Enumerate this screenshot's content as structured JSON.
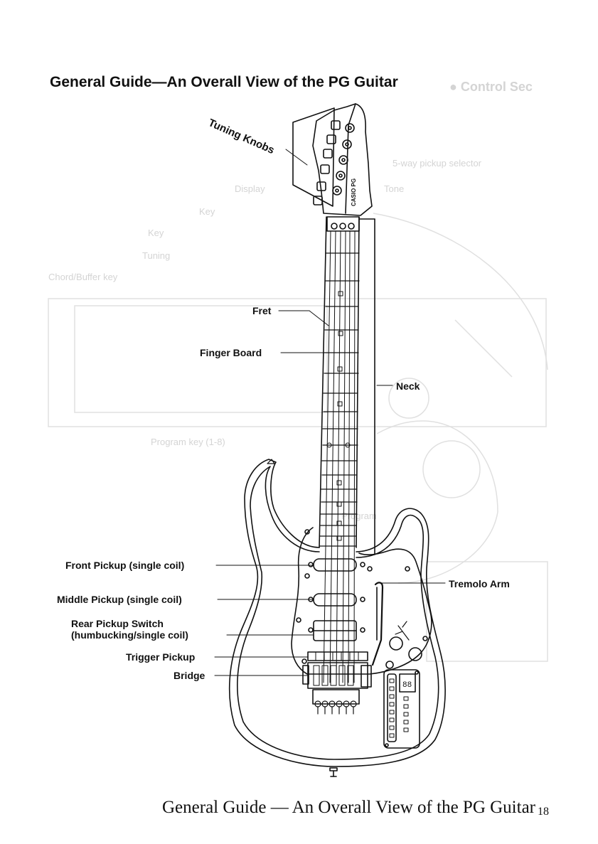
{
  "title": "General Guide—An Overall View of the PG Guitar",
  "labels": {
    "tuning_knobs": "Tuning Knobs",
    "fret": "Fret",
    "finger_board": "Finger Board",
    "neck": "Neck",
    "front_pickup": "Front Pickup (single coil)",
    "middle_pickup": "Middle Pickup (single coil)",
    "rear_pickup_line1": "Rear Pickup Switch",
    "rear_pickup_line2": "(humbucking/single coil)",
    "trigger_pickup": "Trigger Pickup",
    "bridge": "Bridge",
    "tremolo_arm": "Tremolo Arm"
  },
  "headstock_text": "CASIO PG",
  "footer": {
    "text": "General Guide — An Overall View of the PG Guitar",
    "page_number": "18"
  },
  "colors": {
    "ink": "#111111",
    "bleed": "#d4d4d4"
  }
}
